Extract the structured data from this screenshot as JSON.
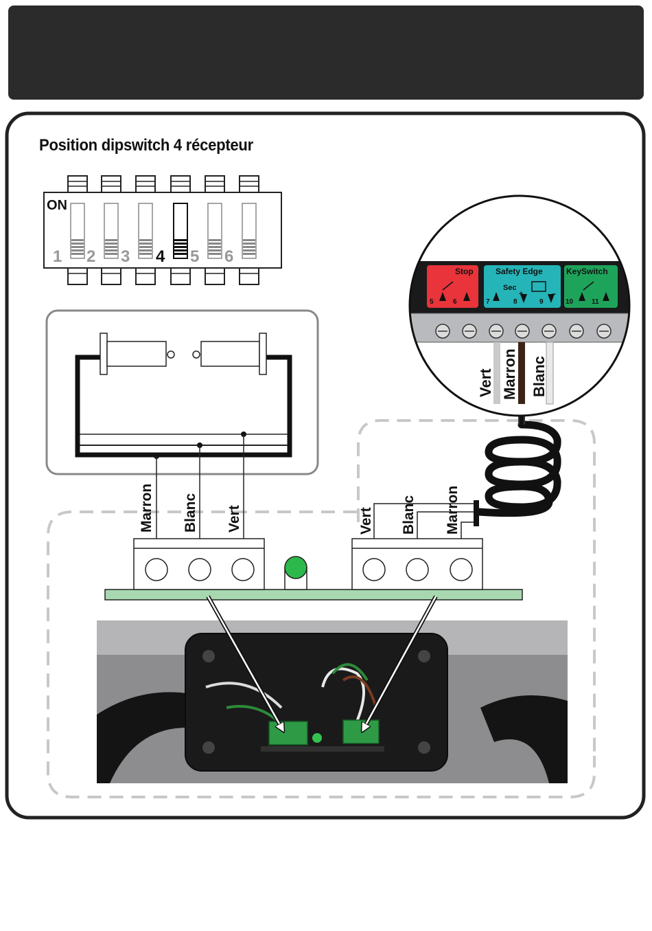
{
  "title": "Position dipswitch 4 récepteur",
  "dipswitch": {
    "on_label": "ON",
    "switches": [
      {
        "number": "1",
        "on": false
      },
      {
        "number": "2",
        "on": false
      },
      {
        "number": "3",
        "on": false
      },
      {
        "number": "4",
        "on": true
      },
      {
        "number": "5",
        "on": false
      },
      {
        "number": "6",
        "on": false
      }
    ]
  },
  "receiver_wires": [
    "Marron",
    "Blanc",
    "Vert"
  ],
  "cable_wires": [
    "Vert",
    "Blanc",
    "Marron"
  ],
  "zoom_wires": [
    "Vert",
    "Marron",
    "Blanc"
  ],
  "control_panel": {
    "stop": {
      "label": "Stop",
      "terminals": [
        "5",
        "6"
      ],
      "color": "#e8343a"
    },
    "safety_edge": {
      "label": "Safety Edge",
      "sub_label": "Sec",
      "terminals": [
        "7",
        "8",
        "9"
      ],
      "plus": "+",
      "minus": "–",
      "color": "#25b5b9"
    },
    "keyswitch": {
      "label": "KeySwitch",
      "terminals": [
        "10",
        "11"
      ],
      "color": "#1ea45a"
    }
  },
  "colors": {
    "led": "#2db84b",
    "pcb": "#a8d8b0",
    "dashed_outline": "#c8c8c8"
  }
}
